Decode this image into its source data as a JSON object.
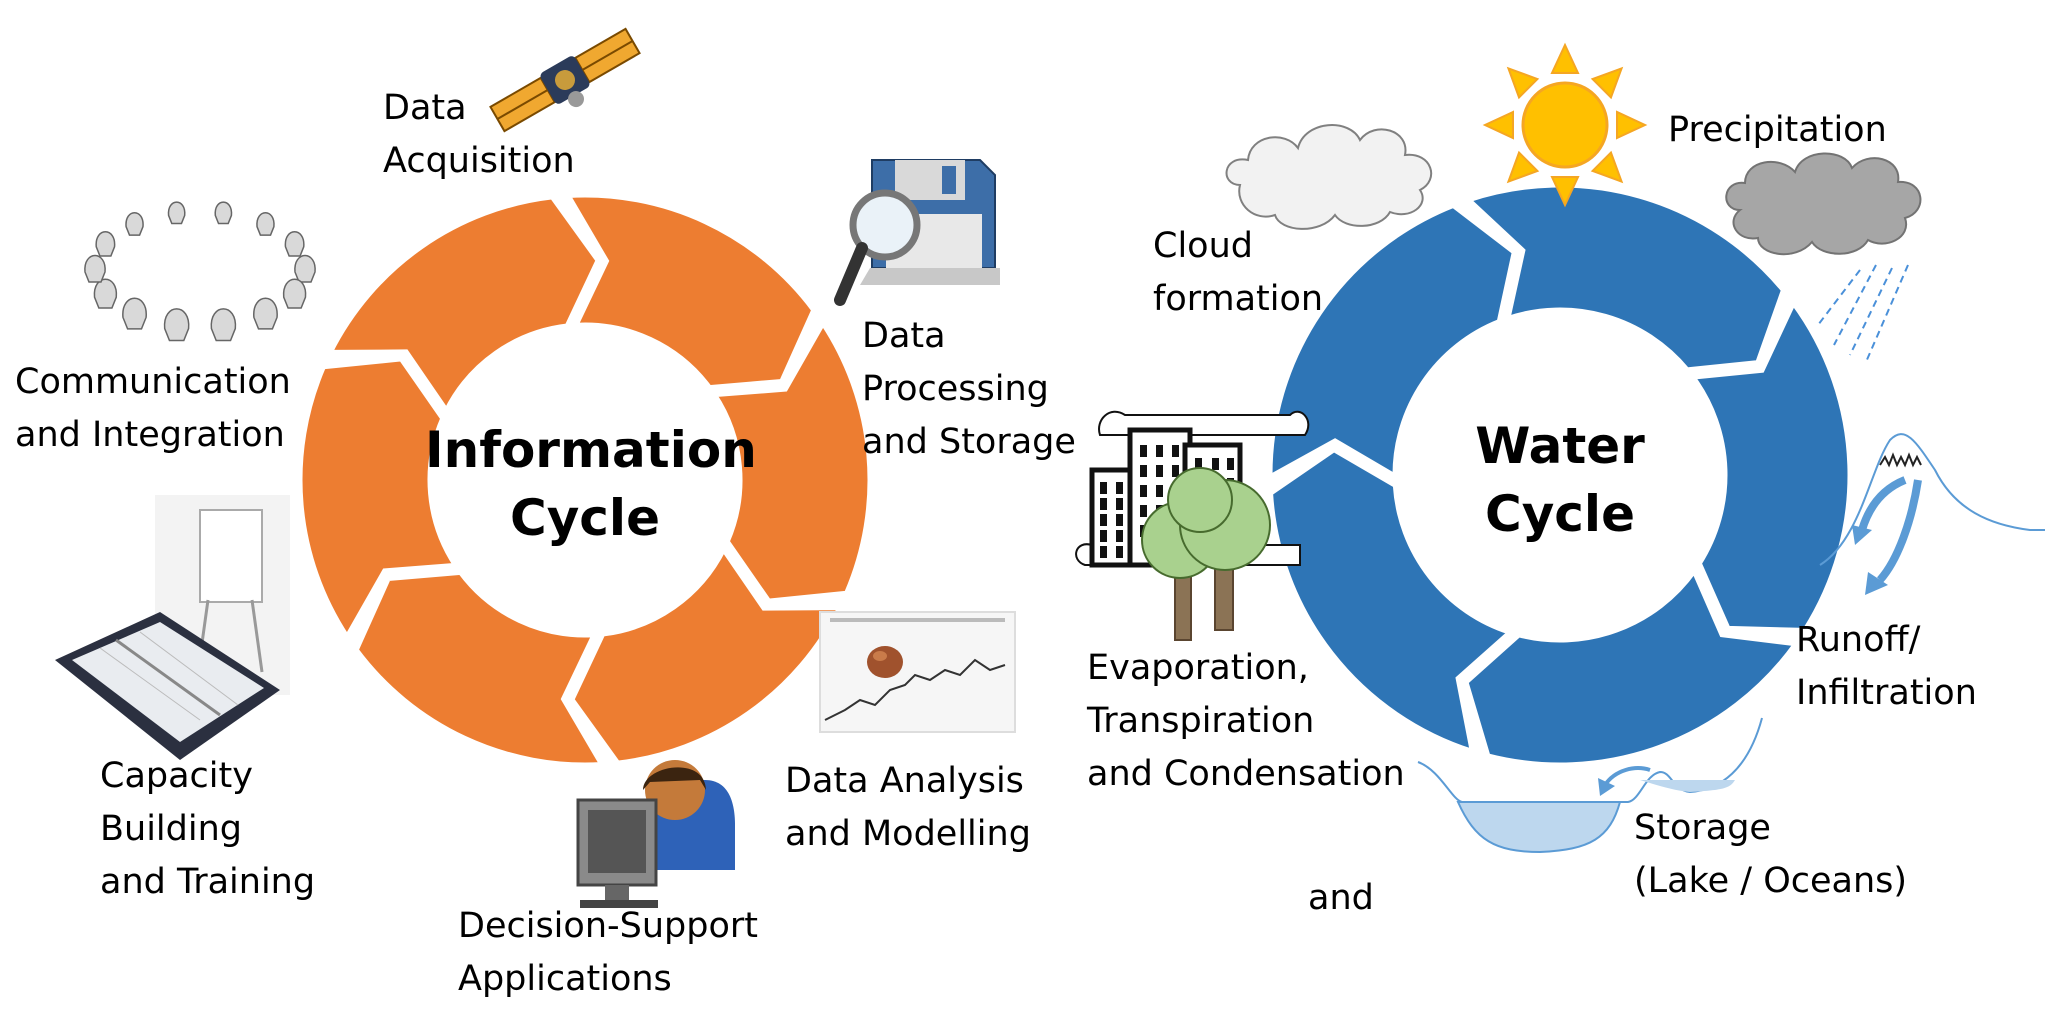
{
  "info_cycle": {
    "title": [
      "Information",
      "Cycle"
    ],
    "color": "#ED7D31",
    "stages": {
      "data_acquisition": [
        "Data",
        "Acquisition"
      ],
      "data_processing": [
        "Data",
        "Processing",
        "and Storage"
      ],
      "data_analysis": [
        "Data Analysis",
        "and Modelling"
      ],
      "decision_support": [
        "Decision-Support",
        "Applications"
      ],
      "capacity_building": [
        "Capacity",
        "Building",
        "and Training"
      ],
      "communication": [
        "Communication",
        "and Integration"
      ]
    }
  },
  "water_cycle": {
    "title": [
      "Water",
      "Cycle"
    ],
    "color": "#2E75B6",
    "stages": {
      "cloud_formation": [
        "Cloud",
        "formation"
      ],
      "precipitation": [
        "Precipitation"
      ],
      "runoff": [
        "Runoff/",
        "Infiltration"
      ],
      "storage": [
        "Storage",
        "(Lake / Oceans)"
      ],
      "evaporation": [
        "Evaporation,",
        "Transpiration",
        "and Condensation"
      ]
    }
  },
  "connector": "and",
  "colors": {
    "sun": "#FFC000",
    "sun_ray": "#F5A623",
    "dark_cloud": "#A6A6A6",
    "light_cloud": "#F2F2F2",
    "rain": "#4A90D9",
    "water": "#BDD7EE",
    "tree_leaf": "#A9D18E",
    "tree_trunk": "#8B7355",
    "outline": "#5B9BD5"
  }
}
